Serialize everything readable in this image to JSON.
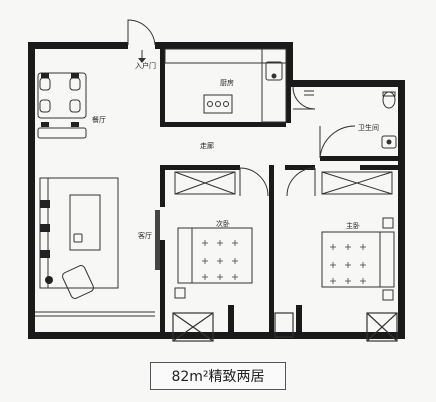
{
  "labels": {
    "entrance": "入户门",
    "kitchen": "厨房",
    "dining": "餐厅",
    "corridor": "走廊",
    "bathroom": "卫生间",
    "living": "客厅",
    "second_bedroom": "次卧",
    "master_bedroom": "主卧"
  },
  "title": "82m²精致两居",
  "colors": {
    "wall": "#1a1a1a",
    "line": "#333333",
    "bg": "#f7f7f5"
  }
}
